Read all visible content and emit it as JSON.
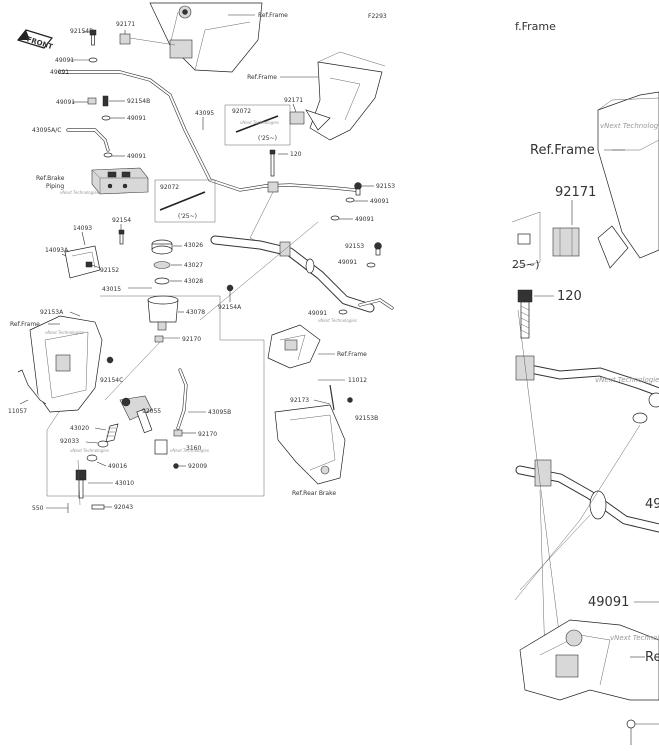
{
  "diagram": {
    "code": "F2293",
    "front_badge": "FRONT",
    "watermark": "vNext Technologies",
    "labels": {
      "l92154B_top": "92154B",
      "l92171_top": "92171",
      "l49091_a": "49091",
      "l49091_b": "49091",
      "l92154B_b": "92154B",
      "l49091_c": "49091",
      "l43095AC": "43095A/C",
      "l49091_d": "49091",
      "lRefBrakePiping": "Ref.Brake\nPiping",
      "l43095": "43095",
      "l92072_a": "92072",
      "l25_a": "('25~)",
      "l92171_b": "92171",
      "lRefFrame_top": "Ref.Frame",
      "lRefFrame_right": "Ref.Frame",
      "l120": "120",
      "l92072_b": "92072",
      "l25_b": "('25~)",
      "l92153_a": "92153",
      "l49091_e": "49091",
      "l49091_f": "49091",
      "l14093": "14093",
      "l92154": "92154",
      "l14093A": "14093A",
      "l92152": "92152",
      "l43026": "43026",
      "l43027": "43027",
      "l43028": "43028",
      "l43015": "43015",
      "l92153_b": "92153",
      "l49091_g": "49091",
      "l92153A": "92153A",
      "lRefFrame_left": "Ref.Frame",
      "l43078": "43078",
      "l92154A": "92154A",
      "l49091_h": "49091",
      "lRefFrame_mid": "Ref.Frame",
      "l92170_a": "92170",
      "l92154C": "92154C",
      "l11057": "11057",
      "l11012": "11012",
      "l92173": "92173",
      "l92153B": "92153B",
      "l92055": "92055",
      "l43095B": "43095B",
      "l43020": "43020",
      "l92170_b": "92170",
      "l92033": "92033",
      "l3160": "3160",
      "l92009": "92009",
      "l49016": "49016",
      "l43010": "43010",
      "l550": "550",
      "l92043": "92043",
      "lRefRearBrake": "Ref.Rear Brake"
    },
    "zoom": {
      "lRefFrame_top": "f.Frame",
      "lRefFrame": "Ref.Frame",
      "l92171": "92171",
      "l25": "25~)",
      "l120": "120",
      "l49091": "49091",
      "l49_cut": "49",
      "lRe_cut": "Re"
    }
  }
}
